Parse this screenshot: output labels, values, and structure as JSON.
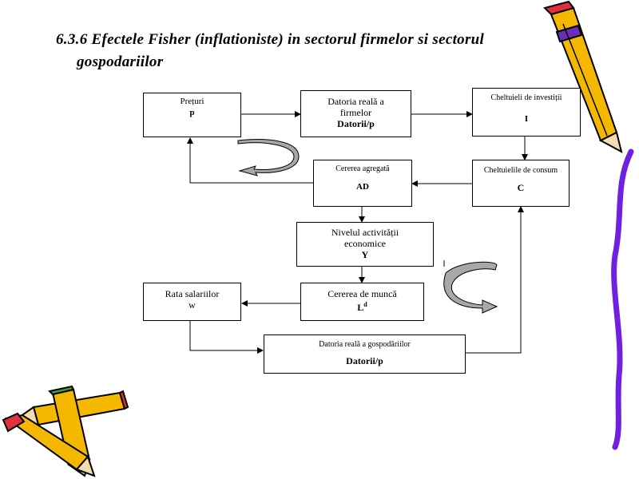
{
  "title": {
    "line1": "6.3.6 Efectele Fisher (inflationiste) in sectorul firmelor si sectorul",
    "line2": "gospodariilor"
  },
  "nodes": {
    "preturi": {
      "label": "Prețuri",
      "symbol": "p"
    },
    "datoria_firmelor": {
      "label1": "Datoria reală a",
      "label2": "firmelor",
      "symbol": "Datorii/p"
    },
    "cheltuieli_investitii": {
      "label": "Cheltuieli de investiții",
      "symbol": "I"
    },
    "cererea_agregata": {
      "label": "Cererea agregată",
      "symbol": "AD"
    },
    "cheltuieli_consum": {
      "label": "Cheltuielile de consum",
      "symbol": "C"
    },
    "nivelul_activitatii": {
      "label1": "Nivelul activității",
      "label2": "economice",
      "symbol": "Y"
    },
    "cererea_munca": {
      "label": "Cererea de muncă",
      "symbol": "L",
      "superscript": "d"
    },
    "rata_salariilor": {
      "label": "Rata salariilor",
      "symbol": "w"
    },
    "datoria_gospodariilor": {
      "label": "Datoria reală a gospodăriilor",
      "symbol": "Datorii/p"
    }
  },
  "colors": {
    "pencil_body": "#f5b800",
    "pencil_outline": "#000000",
    "pencil_eraser": "#e0303a",
    "pencil_band": "#6a2fb8",
    "loop_arrow": "#a0a0a0"
  }
}
